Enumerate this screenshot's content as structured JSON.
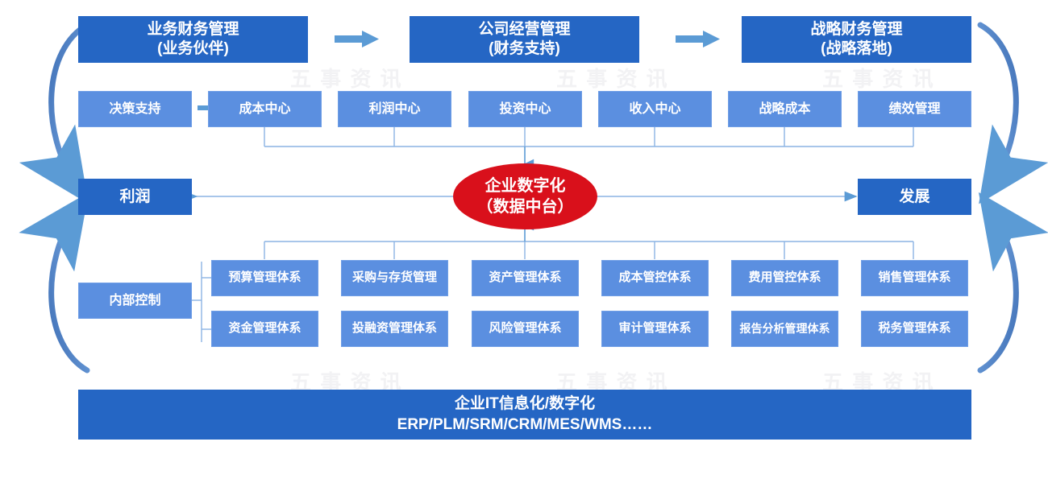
{
  "colors": {
    "dark_blue": "#2566C4",
    "light_blue": "#5B8FE0",
    "red": "#D9101B",
    "connector_blue": "#6FA0DE",
    "arrow_blue": "#5B9BD5",
    "bracket_blue": "#3F6FB5",
    "white": "#FFFFFF",
    "background": "#FFFFFF"
  },
  "tier1": {
    "boxes": [
      {
        "line1": "业务财务管理",
        "line2": "(业务伙伴)"
      },
      {
        "line1": "公司经营管理",
        "line2": "(财务支持)"
      },
      {
        "line1": "战略财务管理",
        "line2": "(战略落地)"
      }
    ],
    "arrow_icons": [
      "right-arrow-icon",
      "right-arrow-icon"
    ]
  },
  "tier2": {
    "boxes": [
      {
        "label": "决策支持"
      },
      {
        "label": "成本中心"
      },
      {
        "label": "利润中心"
      },
      {
        "label": "投资中心"
      },
      {
        "label": "收入中心"
      },
      {
        "label": "战略成本"
      },
      {
        "label": "绩效管理"
      }
    ],
    "arrow_icon": "right-arrow-icon"
  },
  "center": {
    "line1": "企业数字化",
    "line2": "（数据中台）"
  },
  "left_outcome": {
    "label": "利润"
  },
  "right_outcome": {
    "label": "发展"
  },
  "internal_control": {
    "label": "内部控制"
  },
  "grid": {
    "row1": [
      {
        "label": "预算管理体系"
      },
      {
        "label": "采购与存货管理"
      },
      {
        "label": "资产管理体系"
      },
      {
        "label": "成本管控体系"
      },
      {
        "label": "费用管控体系"
      },
      {
        "label": "销售管理体系"
      }
    ],
    "row2": [
      {
        "label": "资金管理体系"
      },
      {
        "label": "投融资管理体系"
      },
      {
        "label": "风险管理体系"
      },
      {
        "label": "审计管理体系"
      },
      {
        "label": "报告分析管理体系"
      },
      {
        "label": "税务管理体系"
      }
    ]
  },
  "bottom_banner": {
    "line1": "企业IT信息化/数字化",
    "line2": "ERP/PLM/SRM/CRM/MES/WMS……"
  },
  "brackets": {
    "left_top_icon": "curved-arrow-down-right-icon",
    "left_bottom_icon": "curved-arrow-up-right-icon",
    "right_top_icon": "curved-arrow-down-left-icon",
    "right_bottom_icon": "curved-arrow-up-left-icon"
  },
  "watermarks": [
    "五 事 资 讯",
    "五 事 资 讯",
    "五 事 资 讯",
    "五 事 资 讯",
    "五 事 资 讯",
    "五 事 资 讯"
  ]
}
